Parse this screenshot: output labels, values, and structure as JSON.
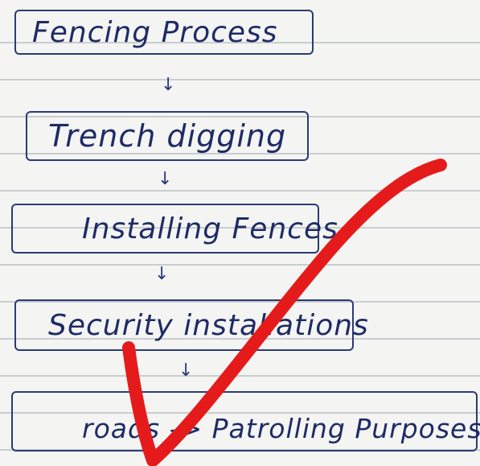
{
  "diagram": {
    "steps": [
      {
        "label": "Fencing Process"
      },
      {
        "label": "Trench digging"
      },
      {
        "label": "Installing Fences"
      },
      {
        "label": "Security installations"
      },
      {
        "label": "roads -> Patrolling Purposes."
      }
    ],
    "arrow_glyph": "↓"
  },
  "colors": {
    "ink": "#2b3a78",
    "check_mark": "#e51b1b",
    "rule_lines": "#c9cdd0",
    "paper": "#f4f5f3"
  },
  "annotations": {
    "check_mark_icon": "check-mark-icon"
  }
}
